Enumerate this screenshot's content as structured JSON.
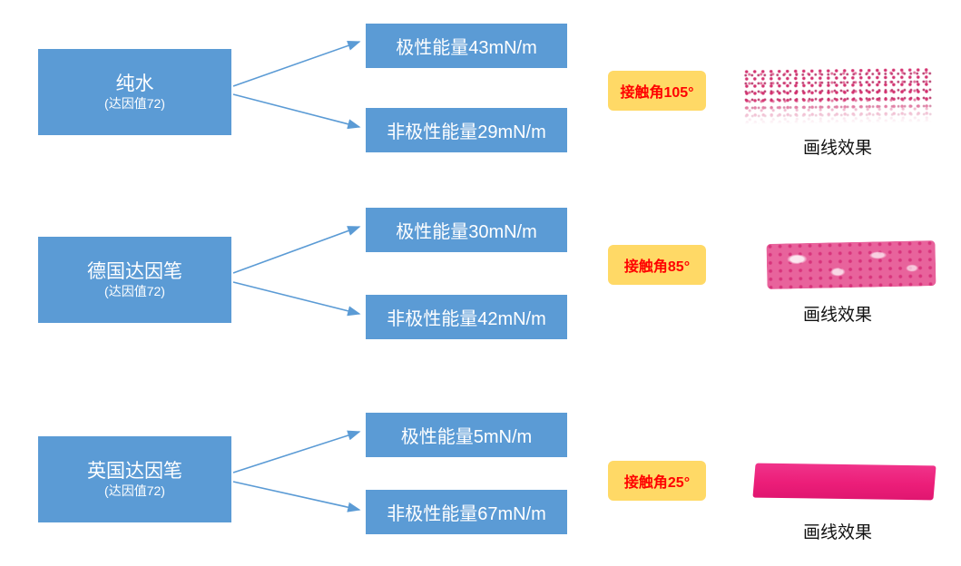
{
  "rows": [
    {
      "source_title": "纯水",
      "source_subtitle": "(达因值72)",
      "polar_label": "极性能量43mN/m",
      "nonpolar_label": "非极性能量29mN/m",
      "contact_angle_label": "接触角105°",
      "line_effect_label": "画线效果"
    },
    {
      "source_title": "德国达因笔",
      "source_subtitle": "(达因值72)",
      "polar_label": "极性能量30mN/m",
      "nonpolar_label": "非极性能量42mN/m",
      "contact_angle_label": "接触角85°",
      "line_effect_label": "画线效果"
    },
    {
      "source_title": "英国达因笔",
      "source_subtitle": "(达因值72)",
      "polar_label": "极性能量5mN/m",
      "nonpolar_label": "非极性能量67mN/m",
      "contact_angle_label": "接触角25°",
      "line_effect_label": "画线效果"
    }
  ],
  "colors": {
    "box_blue": "#5B9BD5",
    "badge_yellow": "#FFD966",
    "angle_text_red": "#FF0000",
    "arrow_blue": "#5B9BD5",
    "stroke_pink": "#EC1E79"
  }
}
